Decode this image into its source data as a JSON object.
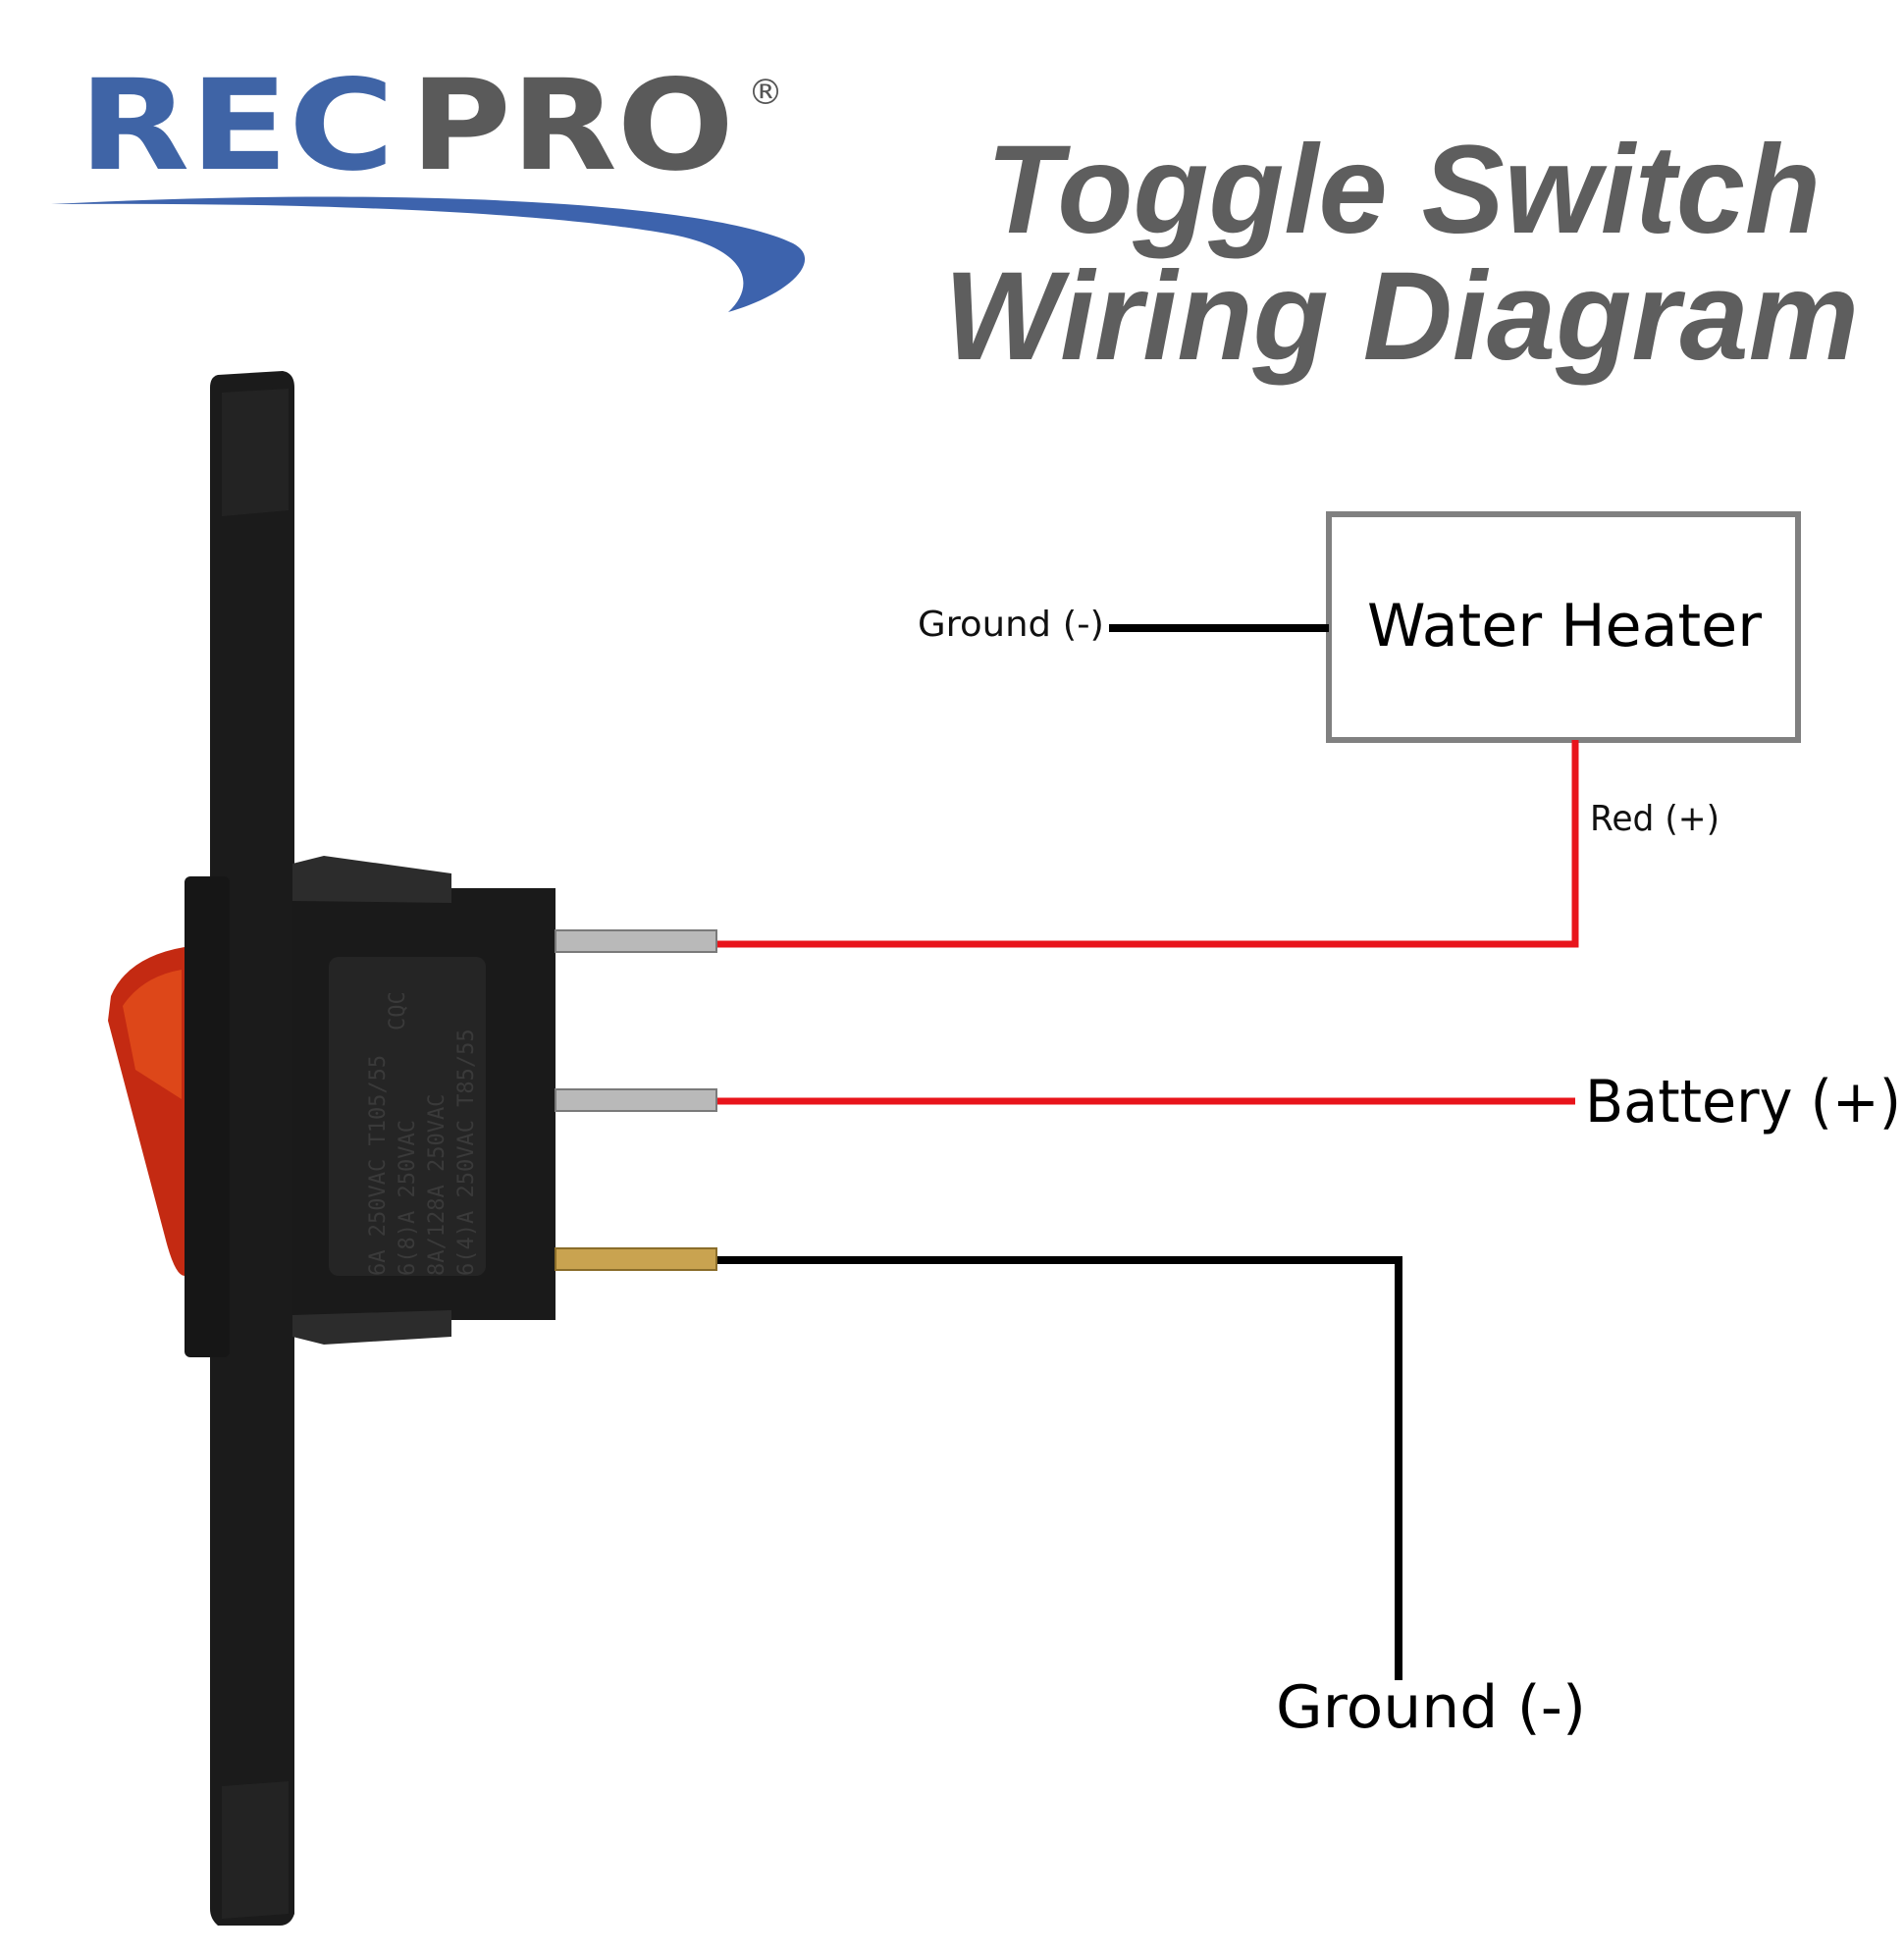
{
  "brand": {
    "part1": "REC",
    "part2": "PRO",
    "registered": "®",
    "colors": {
      "rec": "#3f64a6",
      "pro": "#5a5a5a",
      "swoosh": "#3d63ad"
    }
  },
  "title": {
    "line1": "Toggle Switch",
    "line2": "Wiring Diagram",
    "color": "#5e5e5e"
  },
  "load_box": {
    "label": "Water Heater",
    "border_color": "#808080"
  },
  "labels": {
    "load_ground": "Ground (-)",
    "load_positive": "Red (+)",
    "battery": "Battery (+)",
    "main_ground": "Ground (-)"
  },
  "switch_markings": {
    "line1": "6A   250VAC  T105/55",
    "line2": "6(8)A  250VAC",
    "line3": "8A/128A 250VAC",
    "line4": "6(4)A 250VAC T85/55",
    "cert": "CQC"
  },
  "wire_colors": {
    "positive": "#e8141b",
    "ground": "#000000"
  }
}
